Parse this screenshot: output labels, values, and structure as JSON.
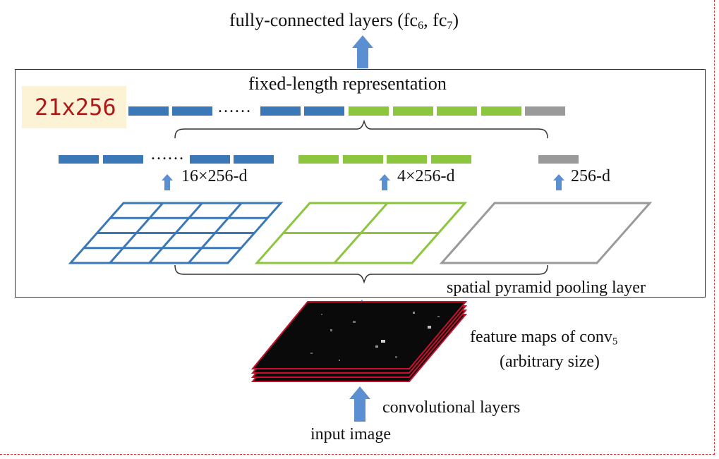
{
  "title": {
    "text": "fully-connected layers (fc",
    "sub1": "6",
    "mid": ", fc",
    "sub2": "7",
    "end": ")"
  },
  "fixed_length_label": "fixed-length representation",
  "callout_text": "21x256",
  "dots": "……",
  "bin_labels": {
    "fine": "16×256-d",
    "medium": "4×256-d",
    "coarse": "256-d"
  },
  "spp_label": "spatial pyramid pooling layer",
  "feature_maps": {
    "line1": "feature maps of conv",
    "sub": "5",
    "line2": "(arbitrary size)"
  },
  "conv_label": "convolutional layers",
  "input_label": "input image",
  "colors": {
    "fine": "#3b78b8",
    "medium": "#8cc63f",
    "coarse": "#9a9a9a",
    "arrow": "#5b8fd1",
    "feature_border": "#c8102e",
    "box": "#333333",
    "dashed": "#e23a3a",
    "callout_bg": "#fcf3d6",
    "callout_text": "#b01818"
  },
  "pyramid_levels": [
    {
      "name": "fine",
      "grid": [
        4,
        4
      ]
    },
    {
      "name": "medium",
      "grid": [
        2,
        2
      ]
    },
    {
      "name": "coarse",
      "grid": [
        1,
        1
      ]
    }
  ]
}
